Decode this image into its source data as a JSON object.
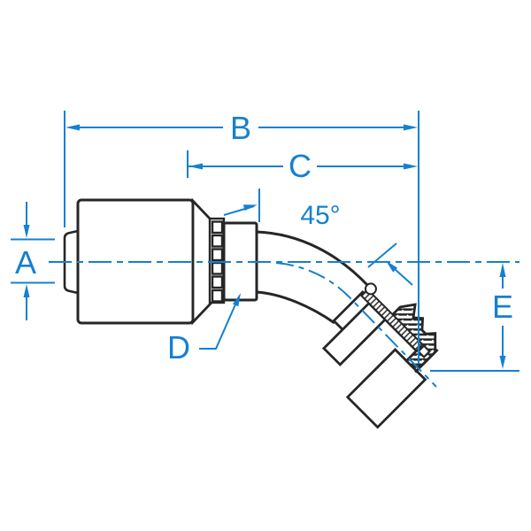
{
  "diagram": {
    "type": "technical-dimension-drawing",
    "subject": "45-degree flange hydraulic hose fitting, side view with sectioned flange head",
    "colors": {
      "dimension_blue": "#1580d0",
      "outline_black": "#262626",
      "background": "#ffffff"
    },
    "labels": {
      "dim_a": "A",
      "dim_b": "B",
      "dim_c": "C",
      "dim_d": "D",
      "dim_e": "E",
      "angle": "45°"
    }
  }
}
